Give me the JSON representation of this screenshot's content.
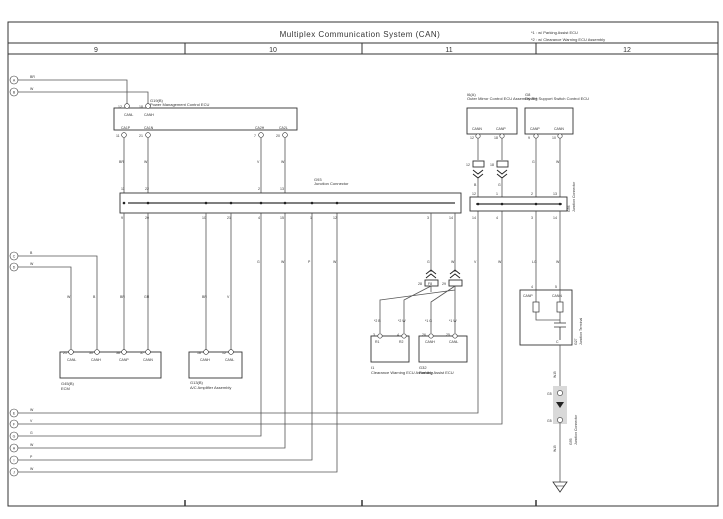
{
  "title": "Multiplex Communication System (CAN)",
  "notes": [
    "*1 : w/ Parking Assist ECU",
    "*2 : w/ Clearance Warning ECU Assembly"
  ],
  "columns": [
    "9",
    "10",
    "11",
    "12"
  ],
  "left_connectors": [
    "A",
    "B",
    "C",
    "D",
    "E",
    "F",
    "G",
    "H",
    "I",
    "J"
  ],
  "left_wire_colors": {
    "A": "BR",
    "B": "W",
    "C": "B",
    "D": "W",
    "E": "W",
    "F": "V",
    "G": "G",
    "H": "W",
    "I": "P",
    "J": "W"
  },
  "components": {
    "pm_ecu": {
      "id": "G19(B)",
      "name": "Power Management Control ECU",
      "pins_top": [
        "CANL",
        "CANH"
      ],
      "pins_bot": [
        "CA1P",
        "CA1N",
        "CA2H",
        "CA2L"
      ],
      "pin_nums_top": [
        "12",
        "18"
      ],
      "pin_nums_bot": [
        "11",
        "21",
        "7",
        "20"
      ],
      "wire_colors": [
        "BR",
        "W",
        "V",
        "W"
      ]
    },
    "outer_mirror": {
      "id": "I6(A)",
      "name": "Outer Mirror Control ECU Assembly RH",
      "pins": [
        "CANN",
        "CANP"
      ],
      "pin_nums": [
        "12",
        "18"
      ],
      "wire_colors": [
        "B",
        "G"
      ]
    },
    "driving_support": {
      "id": "G8",
      "name": "Driving Support Switch Control ECU",
      "pins": [
        "CANP",
        "CANN"
      ],
      "pin_nums": [
        "9",
        "10"
      ],
      "wire_colors": [
        "G",
        "W"
      ]
    },
    "jc1": {
      "id": "G93",
      "name": "Junction Connector",
      "pin_nums_top": [
        "11",
        "22",
        "2",
        "13"
      ],
      "pin_nums_bot": [
        "9",
        "20",
        "10",
        "21",
        "4",
        "15",
        "1",
        "12",
        "3",
        "14"
      ]
    },
    "jc2": {
      "id": "G94",
      "name": "Junction Connector",
      "pin_nums_top": [
        "12",
        "1",
        "2",
        "13"
      ],
      "pin_nums_bot": [
        "14",
        "4",
        "3",
        "14"
      ]
    },
    "ecm": {
      "id": "G45(B)",
      "name": "ECM",
      "pins": [
        "CANL",
        "CANH",
        "CANP",
        "CANN"
      ],
      "pin_nums": [
        "21",
        "30",
        "38",
        "37"
      ],
      "wire_colors": [
        "W",
        "B",
        "BR",
        "GR"
      ]
    },
    "aircon": {
      "id": "G13(B)",
      "name": "A/C Amplifier Assembly",
      "pins": [
        "CANH",
        "CANL"
      ],
      "pin_nums": [
        "18",
        "12"
      ],
      "wire_colors": [
        "BR",
        "V"
      ]
    },
    "clearance": {
      "id": "I1",
      "name": "Clearance Warning ECU Assembly",
      "pins": [
        "R1",
        "R2"
      ],
      "pin_nums": [
        "3",
        "4"
      ],
      "wire_colors": [
        "*2 B",
        "*2 W"
      ]
    },
    "parking": {
      "id": "G32",
      "name": "Parking Assist ECU",
      "pins": [
        "CANH",
        "CANL"
      ],
      "pin_nums": [
        "26",
        "25"
      ],
      "wire_colors": [
        "*1 G",
        "*1 W"
      ]
    },
    "jterm": {
      "id": "G27",
      "name": "Junction Terminal",
      "pins": [
        "CANP",
        "CANN"
      ],
      "pin_nums": [
        "4",
        "5",
        "C"
      ],
      "wire_colors": [
        "LG",
        "W"
      ]
    },
    "jc3": {
      "id": "G95",
      "name": "Junction Connector",
      "pin_nums": [
        "G5",
        "G5"
      ]
    }
  },
  "mid_connectors": {
    "lower_pins": [
      "28",
      "29"
    ],
    "lower_label": "F8",
    "upper_pins": [
      "12",
      "18"
    ]
  },
  "wire_colors_misc": {
    "jc_right_down": [
      "G",
      "W",
      "V",
      "W"
    ],
    "ground": "W-B",
    "shield": "W-B"
  }
}
